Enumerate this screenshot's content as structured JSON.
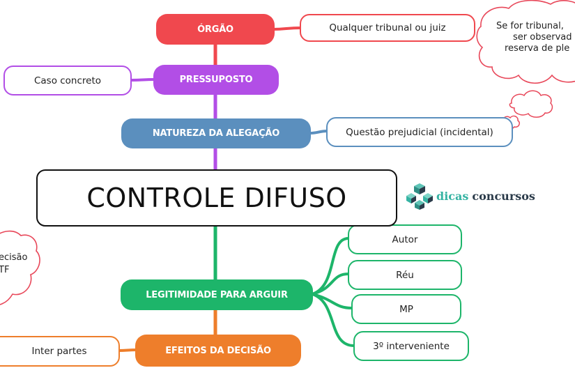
{
  "title": "CONTROLE DIFUSO",
  "branches": {
    "orgao": "ÓRGÃO",
    "pressuposto": "PRESSUPOSTO",
    "natureza": "NATUREZA DA ALEGAÇÃO",
    "legitimidade": "LEGITIMIDADE PARA ARGUIR",
    "efeitos": "EFEITOS DA DECISÃO"
  },
  "leaves": {
    "orgao": "Qualquer tribunal ou juiz",
    "pressuposto": "Caso concreto",
    "natureza": "Questão prejudicial (incidental)",
    "efeitos": "Inter partes",
    "legitimidade": [
      "Autor",
      "Réu",
      "MP",
      "3º interveniente"
    ]
  },
  "notes": {
    "tribunal_lines": [
      "Se for tribunal,",
      "ser observad",
      "reserva de ple"
    ],
    "decisao_lines": [
      "ecisão",
      "TF"
    ]
  },
  "logo": {
    "word1": "dicas",
    "word2": "concursos"
  },
  "colors": {
    "orgao": "#f0484e",
    "pressuposto": "#b24ee6",
    "natureza": "#5b8fbe",
    "legitimidade": "#1db56a",
    "efeitos": "#ee7e2b",
    "center_border": "#111111",
    "cloud_border": "#e8485a",
    "logo_teal": "#35b3a3",
    "logo_dark": "#2b3b4a"
  }
}
